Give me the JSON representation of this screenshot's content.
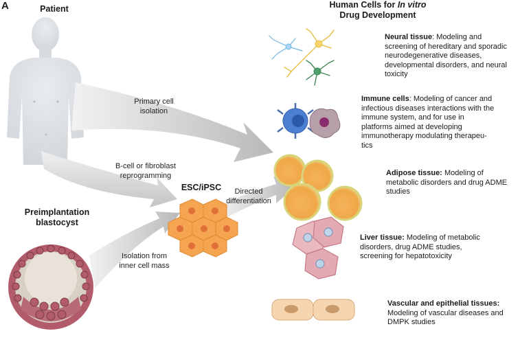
{
  "panel_label": "A",
  "header": {
    "title_prefix": "Human Cells for ",
    "title_italic": "In vitro",
    "title_line2": "Drug Development"
  },
  "sources": {
    "patient": "Patient",
    "blastocyst_line1": "Preimplantation",
    "blastocyst_line2": "blastocyst",
    "esc": "ESC/iPSC"
  },
  "arrows": {
    "primary_line1": "Primary cell",
    "primary_line2": "isolation",
    "reprog_line1": "B-cell or fibroblast",
    "reprog_line2": "reprogramming",
    "inner_line1": "Isolation from",
    "inner_line2": "inner cell mass",
    "directed_line1": "Directed",
    "directed_line2": "differentiation"
  },
  "tissues": [
    {
      "name": "Neural tissue",
      "sep": ":",
      "lines": [
        " Modeling and",
        "screening of hereditary and sporadic",
        "neurodegenerative diseases,",
        "developmental disorders, and neural",
        "toxicity"
      ],
      "icon": "neuron-icon"
    },
    {
      "name": "Immune cells",
      "sep": ":",
      "lines": [
        " Modeling of cancer and",
        "infectious diseases interactions with the",
        "immune system, and for use in",
        "platforms aimed at developing",
        "immunotherapy modulating therapeu-",
        "tics"
      ],
      "icon": "immune-cell-icon"
    },
    {
      "name": "Adipose tissue:",
      "sep": "",
      "lines": [
        " Modeling of",
        "metabolic disorders and drug ADME",
        "studies"
      ],
      "icon": "adipocyte-icon"
    },
    {
      "name": "Liver tissue:",
      "sep": "",
      "lines": [
        " Modeling of metabolic",
        "disorders, drug ADME studies,",
        "screening for hepatotoxicity"
      ],
      "icon": "hepatocyte-icon"
    },
    {
      "name": "Vascular and epithelial tissues:",
      "sep": "",
      "lines": [
        "",
        "Modeling of vascular diseases and",
        "DMPK studies"
      ],
      "icon": "endothelial-cell-icon"
    }
  ]
}
